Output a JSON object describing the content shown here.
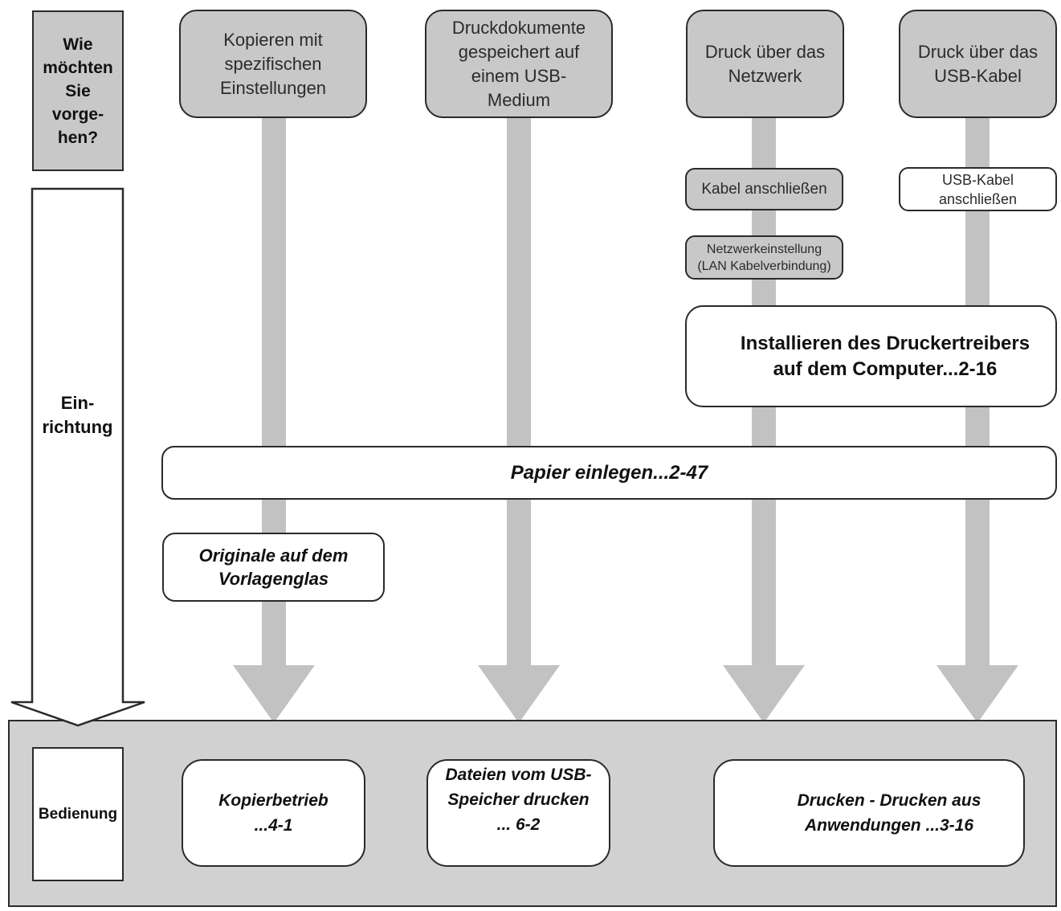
{
  "side": {
    "question": [
      "Wie",
      "möchten",
      "Sie",
      "vorge-",
      "hen?"
    ],
    "setup": [
      "Ein-",
      "richtung"
    ],
    "operation": "Bedienung"
  },
  "columns": {
    "copy": [
      "Kopieren mit",
      "spezifischen",
      "Einstellungen"
    ],
    "usb_docs": [
      "Druckdokumente",
      "gespeichert auf",
      "einem USB-",
      "Medium"
    ],
    "network": [
      "Druck über das",
      "Netzwerk"
    ],
    "usb_cable": [
      "Druck über das",
      "USB-Kabel"
    ]
  },
  "steps": {
    "connect_cable": "Kabel anschließen",
    "network_setting": [
      "Netzwerkeinstellung",
      "(LAN Kabelverbindung)"
    ],
    "connect_usb": [
      "USB-Kabel",
      "anschließen"
    ],
    "install_driver": [
      "Installieren des Druckertreibers",
      "auf dem Computer...2-16"
    ],
    "load_paper": "Papier einlegen...2-47",
    "originals": [
      "Originale auf dem",
      "Vorlagenglas"
    ]
  },
  "results": {
    "copy_mode": [
      "Kopierbetrieb",
      "...4-1"
    ],
    "usb_print": [
      "Dateien vom USB-",
      "Speicher drucken",
      "... 6-2"
    ],
    "app_print": [
      "Drucken - Drucken aus",
      "Anwendungen ...3-16"
    ]
  },
  "colors": {
    "arrow": "#c2c2c2",
    "box_grey": "#c8c8c8",
    "band": "#d1d1d1",
    "border": "#2a2a2a"
  }
}
